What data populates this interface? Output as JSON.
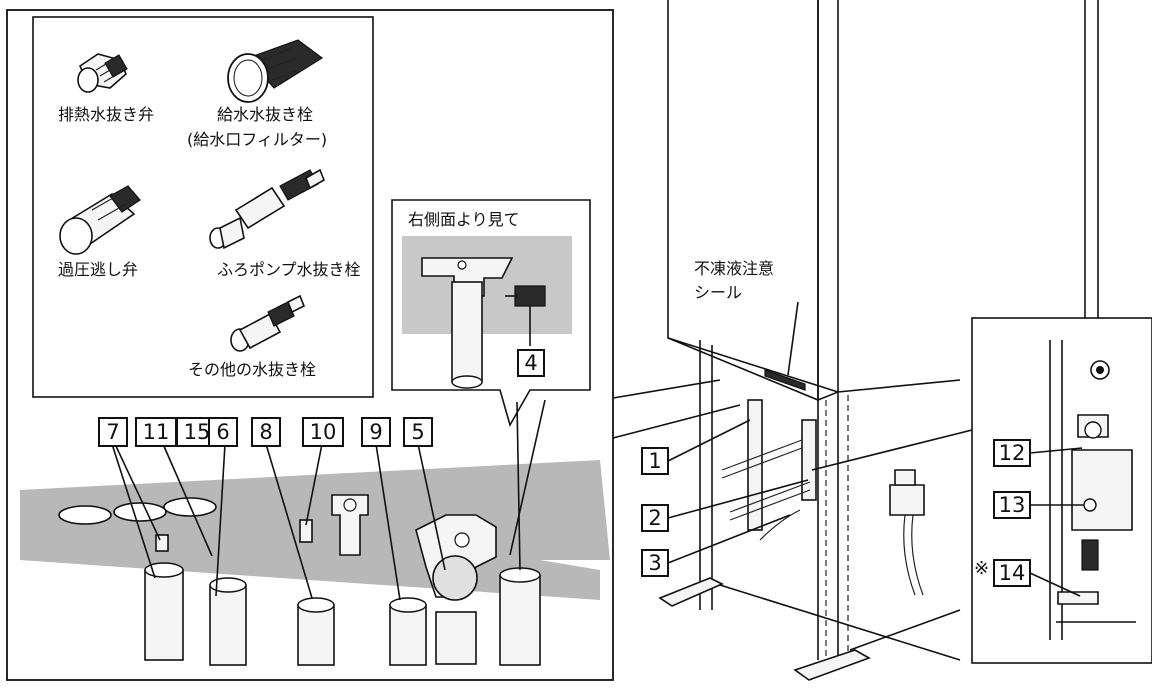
{
  "legend": {
    "drain_valve_exhaust": "排熱水抜き弁",
    "supply_drain_plug_line1": "給水水抜き栓",
    "supply_drain_plug_line2": "(給水口フィルター)",
    "relief_valve": "過圧逃し弁",
    "bath_pump_drain_plug": "ふろポンプ水抜き栓",
    "other_drain_plug": "その他の水抜き栓"
  },
  "callout_right_side": {
    "title": "右側面より見て",
    "number": "4"
  },
  "bottom_numbers": [
    "7",
    "11",
    "15",
    "6",
    "8",
    "10",
    "9",
    "5"
  ],
  "unit": {
    "sticker_line1": "不凍液注意",
    "sticker_line2": "シール",
    "numbers": [
      "1",
      "2",
      "3"
    ]
  },
  "detail_panel": {
    "numbers": [
      "12",
      "13",
      "14"
    ],
    "note_mark": "※"
  },
  "colors": {
    "line": "#111111",
    "shade": "#b8b8b8",
    "background": "#ffffff"
  }
}
